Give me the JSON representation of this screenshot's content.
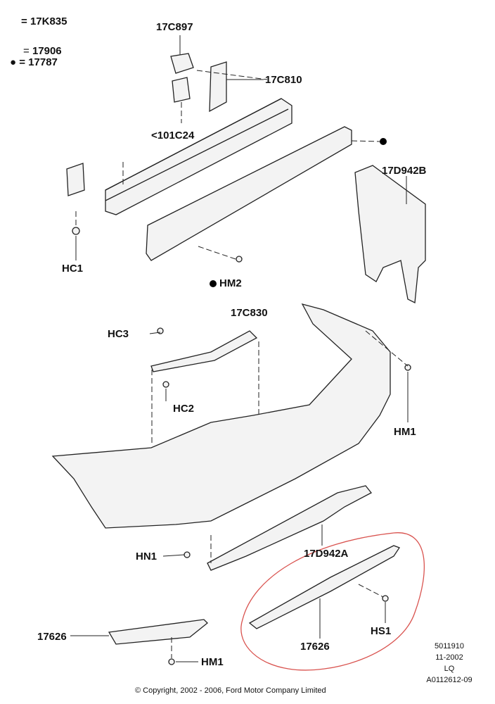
{
  "legend": [
    {
      "symbol": "=",
      "part": "17K835"
    },
    {
      "symbol": "=",
      "part": "17906"
    },
    {
      "symbol": "● =",
      "part": "17787"
    }
  ],
  "callouts": {
    "c17C897": "17C897",
    "c17C810": "17C810",
    "c101C24": "<101C24",
    "c17D942B": "17D942B",
    "hc1": "HC1",
    "hm2": "HM2",
    "c17C830": "17C830",
    "hc3": "HC3",
    "hc2": "HC2",
    "hm1_right": "HM1",
    "hn1": "HN1",
    "c17D942A": "17D942A",
    "c17626_left": "17626",
    "c17626_right": "17626",
    "hs1": "HS1",
    "hm1_bottom": "HM1"
  },
  "copyright": "© Copyright, 2002 - 2006, Ford Motor Company Limited",
  "stamp": [
    "5011910",
    "11-2002",
    "LQ",
    "A0112612-09"
  ],
  "colors": {
    "highlight": "#d9534f",
    "line": "#222222",
    "fill": "#f2f2f2"
  }
}
